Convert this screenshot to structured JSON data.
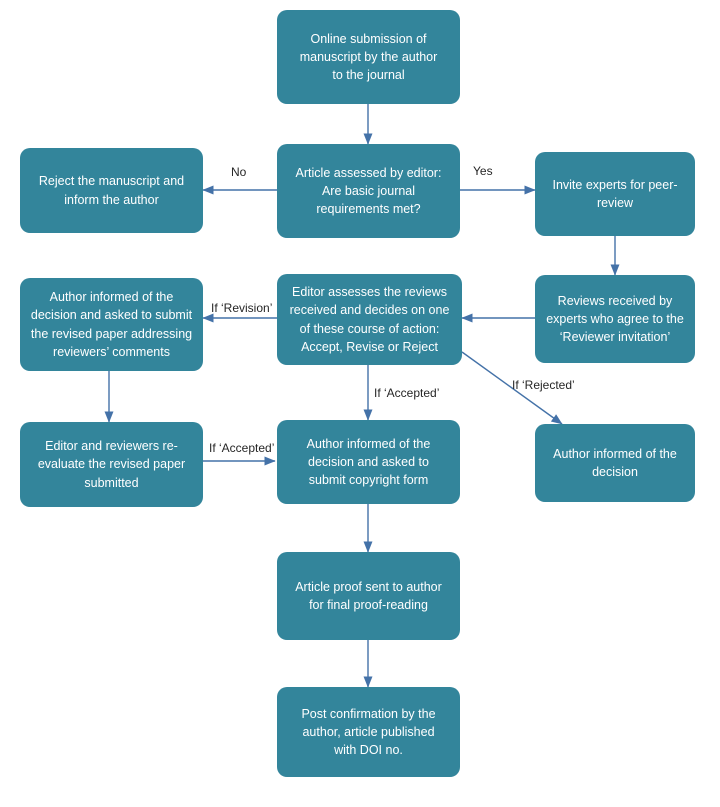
{
  "diagram": {
    "title": "Journal manuscript submission and peer-review process flowchart",
    "colors": {
      "node_fill": "#33859b",
      "node_text": "#ffffff",
      "arrow": "#4472a8",
      "label_text": "#262626",
      "background": "#ffffff"
    },
    "nodes": [
      {
        "id": "online-submission",
        "lines": [
          "Online submission of",
          "manuscript by the author",
          "to the  journal"
        ]
      },
      {
        "id": "article-assessed",
        "lines": [
          "Article assessed by editor:",
          "Are  basic  journal",
          "requirements  met?"
        ]
      },
      {
        "id": "reject-manuscript",
        "lines": [
          "Reject the manuscript and",
          "inform the author"
        ]
      },
      {
        "id": "invite-experts",
        "lines": [
          "Invite experts for peer-",
          "review"
        ]
      },
      {
        "id": "author-revision",
        "lines": [
          "Author informed of the",
          "decision and asked to submit",
          "the  revised paper addressing",
          "reviewers’ comments"
        ]
      },
      {
        "id": "editor-assesses",
        "lines": [
          "Editor assesses the reviews",
          "received and decides on one",
          "of these course of action:",
          "Accept, Revise or Reject"
        ]
      },
      {
        "id": "reviews-received",
        "lines": [
          "Reviews received by",
          "experts who agree to the",
          "‘Reviewer invitation’"
        ]
      },
      {
        "id": "editor-reevaluate",
        "lines": [
          "Editor and reviewers re-",
          "evaluate the  revised paper",
          "submitted"
        ]
      },
      {
        "id": "author-copyright",
        "lines": [
          "Author  informed of the",
          "decision and asked to",
          "submit copyright form"
        ]
      },
      {
        "id": "author-informed-decision",
        "lines": [
          "Author  informed of the",
          "decision"
        ]
      },
      {
        "id": "article-proof",
        "lines": [
          "Article proof sent to author",
          "for final proof-reading"
        ]
      },
      {
        "id": "post-confirmation",
        "lines": [
          "Post confirmation by the",
          "author, article published",
          "with DOI no."
        ]
      }
    ],
    "edge_labels": [
      {
        "id": "no",
        "text": "No"
      },
      {
        "id": "yes",
        "text": "Yes"
      },
      {
        "id": "if-revision",
        "text": "If ‘Revision’"
      },
      {
        "id": "if-accepted-down",
        "text": "If ‘Accepted’"
      },
      {
        "id": "if-rejected",
        "text": "If ‘Rejected’"
      },
      {
        "id": "if-accepted-right",
        "text": "If ‘Accepted’"
      }
    ]
  }
}
